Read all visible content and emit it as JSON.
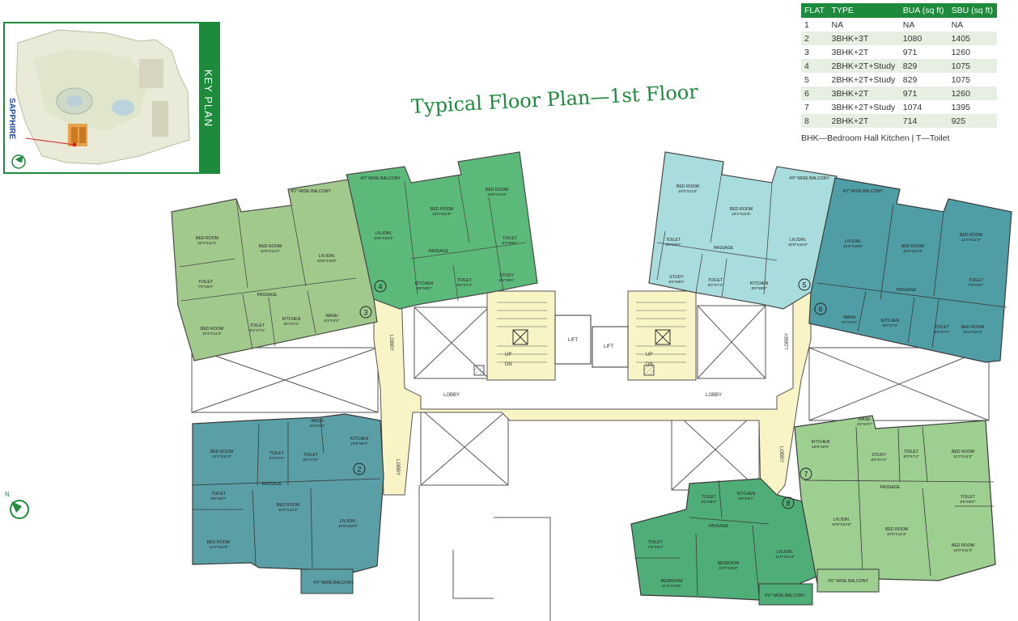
{
  "title": "Typical Floor Plan—1st Floor",
  "key_plan": {
    "label": "KEY PLAN",
    "building_label": "SAPPHIRE"
  },
  "flat_table": {
    "headers": [
      "FLAT",
      "TYPE",
      "BUA (sq ft)",
      "SBU (sq ft)"
    ],
    "rows": [
      [
        "1",
        "NA",
        "NA",
        "NA"
      ],
      [
        "2",
        "3BHK+3T",
        "1080",
        "1405"
      ],
      [
        "3",
        "3BHK+2T",
        "971",
        "1260"
      ],
      [
        "4",
        "2BHK+2T+Study",
        "829",
        "1075"
      ],
      [
        "5",
        "2BHK+2T+Study",
        "829",
        "1075"
      ],
      [
        "6",
        "3BHK+2T",
        "971",
        "1260"
      ],
      [
        "7",
        "3BHK+2T+Study",
        "1074",
        "1395"
      ],
      [
        "8",
        "2BHK+2T",
        "714",
        "925"
      ]
    ],
    "legend": "BHK—Bedroom Hall Kitchen | T—Toilet"
  },
  "compass_label": "N",
  "colors": {
    "brand_green": "#1e8a3c",
    "flat_3": "#a2c98c",
    "flat_4": "#5bb97a",
    "flat_5": "#a9dcdc",
    "flat_6": "#4f9ea6",
    "flat_2": "#5a9ea6",
    "flat_8": "#4fae77",
    "flat_7": "#9ccf90",
    "lobby": "#f8f4c6"
  },
  "common_areas": {
    "lobby": "LOBBY",
    "lift": "LIFT",
    "up": "UP",
    "dn": "DN"
  },
  "units": [
    {
      "number": "3",
      "rooms": [
        {
          "name": "BED ROOM",
          "size": "11'0\"X11'3\""
        },
        {
          "name": "BED ROOM",
          "size": "10'0\"X12'3\""
        },
        {
          "name": "LIV./DIN.",
          "size": "10'9\"X19'0\""
        },
        {
          "name": "TOILET",
          "size": "7'9\"X5'0\""
        },
        {
          "name": "PASSAGE",
          "size": ""
        },
        {
          "name": "BED ROOM",
          "size": "10'3\"X11'3\""
        },
        {
          "name": "TOILET",
          "size": "5'3\"X7'3\""
        },
        {
          "name": "KITCHEN",
          "size": "8'0\"X7'3\""
        },
        {
          "name": "WASH",
          "size": "5'3\"X4'0\""
        },
        {
          "name": "4'0\" WIDE BALCONY",
          "size": ""
        }
      ]
    },
    {
      "number": "4",
      "rooms": [
        {
          "name": "4'0\" WIDE BALCONY",
          "size": ""
        },
        {
          "name": "LIV./DIN.",
          "size": "10'9\"X15'3\""
        },
        {
          "name": "BED ROOM",
          "size": "10'3\"X11'6\""
        },
        {
          "name": "BED ROOM",
          "size": "10'9\"X11'0\""
        },
        {
          "name": "TOILET",
          "size": "5'0\"X8'0\""
        },
        {
          "name": "PASSAGE",
          "size": ""
        },
        {
          "name": "KITCHEN",
          "size": "8'6\"X8'0\""
        },
        {
          "name": "TOILET",
          "size": "8'0\"X7'3\""
        },
        {
          "name": "STUDY",
          "size": "6'6\"X8'6\""
        }
      ]
    },
    {
      "number": "5",
      "rooms": [
        {
          "name": "BED ROOM",
          "size": "10'9\"X11'0\""
        },
        {
          "name": "BED ROOM",
          "size": "10'3\"X11'6\""
        },
        {
          "name": "4'0\" WIDE BALCONY",
          "size": ""
        },
        {
          "name": "LIV./DIN.",
          "size": "10'9\"X15'3\""
        },
        {
          "name": "TOILET",
          "size": "8'0\"X5'0\""
        },
        {
          "name": "PASSAGE",
          "size": ""
        },
        {
          "name": "STUDY",
          "size": "6'6\"X8'6\""
        },
        {
          "name": "TOILET",
          "size": "8'0\"X7'3\""
        },
        {
          "name": "KITCHEN",
          "size": "8'6\"X8'0\""
        }
      ]
    },
    {
      "number": "6",
      "rooms": [
        {
          "name": "4'0\" WIDE BALCONY",
          "size": ""
        },
        {
          "name": "LIV./DIN.",
          "size": "10'9\"X19'0\""
        },
        {
          "name": "BED ROOM",
          "size": "10'0\"X12'3\""
        },
        {
          "name": "BED ROOM",
          "size": "11'0\"X11'3\""
        },
        {
          "name": "TOILET",
          "size": "7'9\"X5'0\""
        },
        {
          "name": "PASSAGE",
          "size": ""
        },
        {
          "name": "WASH",
          "size": "5'3\"X4'0\""
        },
        {
          "name": "KITCHEN",
          "size": "8'0\"X7'3\""
        },
        {
          "name": "TOILET",
          "size": "5'3\"X7'3\""
        },
        {
          "name": "BED ROOM",
          "size": "10'3\"X11'3\""
        }
      ]
    },
    {
      "number": "2",
      "rooms": [
        {
          "name": "WASH",
          "size": "4'0\"X4'0\""
        },
        {
          "name": "KITCHEN",
          "size": "10'9\"X8'0\""
        },
        {
          "name": "BED ROOM",
          "size": "12'3\"X11'3\""
        },
        {
          "name": "TOILET",
          "size": "6'3\"X7'6\""
        },
        {
          "name": "TOILET",
          "size": "8'0\"X7'6\""
        },
        {
          "name": "PASSAGE",
          "size": ""
        },
        {
          "name": "TOILET",
          "size": "8'6\"X5'0\""
        },
        {
          "name": "BED ROOM",
          "size": "10'0\"X12'3\""
        },
        {
          "name": "LIV./DIN.",
          "size": "10'9\"X22'0\""
        },
        {
          "name": "BED ROOM",
          "size": "12'0\"X11'3\""
        },
        {
          "name": "4'0\" WIDE BALCONY",
          "size": ""
        }
      ]
    },
    {
      "number": "8",
      "rooms": [
        {
          "name": "TOILET",
          "size": "6'3\"X8'3\""
        },
        {
          "name": "KITCHEN",
          "size": "8'6\"X8'3\""
        },
        {
          "name": "PASSAGE",
          "size": ""
        },
        {
          "name": "TOILET",
          "size": "7'6\"X5'0\""
        },
        {
          "name": "BEDROOM",
          "size": "10'0\"X10'3\""
        },
        {
          "name": "LIV./DIN.",
          "size": "11'0\"X14'3\""
        },
        {
          "name": "BEDROOM",
          "size": "11'3\"X10'0\""
        },
        {
          "name": "4'0\" WIDE BALCONY",
          "size": ""
        }
      ]
    },
    {
      "number": "7",
      "rooms": [
        {
          "name": "KITCHEN",
          "size": "10'9\"X8'0\""
        },
        {
          "name": "WASH",
          "size": "4'0\"X4'0\""
        },
        {
          "name": "STUDY",
          "size": "6'0\"X7'3\""
        },
        {
          "name": "TOILET",
          "size": "6'0\"X7'3\""
        },
        {
          "name": "BED ROOM",
          "size": "11'0\"X11'3\""
        },
        {
          "name": "PASSAGE",
          "size": ""
        },
        {
          "name": "TOILET",
          "size": "8'6\"X5'0\""
        },
        {
          "name": "LIV./DIN.",
          "size": "10'9\"X22'0\""
        },
        {
          "name": "BED ROOM",
          "size": "10'0\"X12'3\""
        },
        {
          "name": "BED ROOM",
          "size": "12'0\"X11'3\""
        },
        {
          "name": "4'0\" WIDE BALCONY",
          "size": ""
        }
      ]
    }
  ]
}
